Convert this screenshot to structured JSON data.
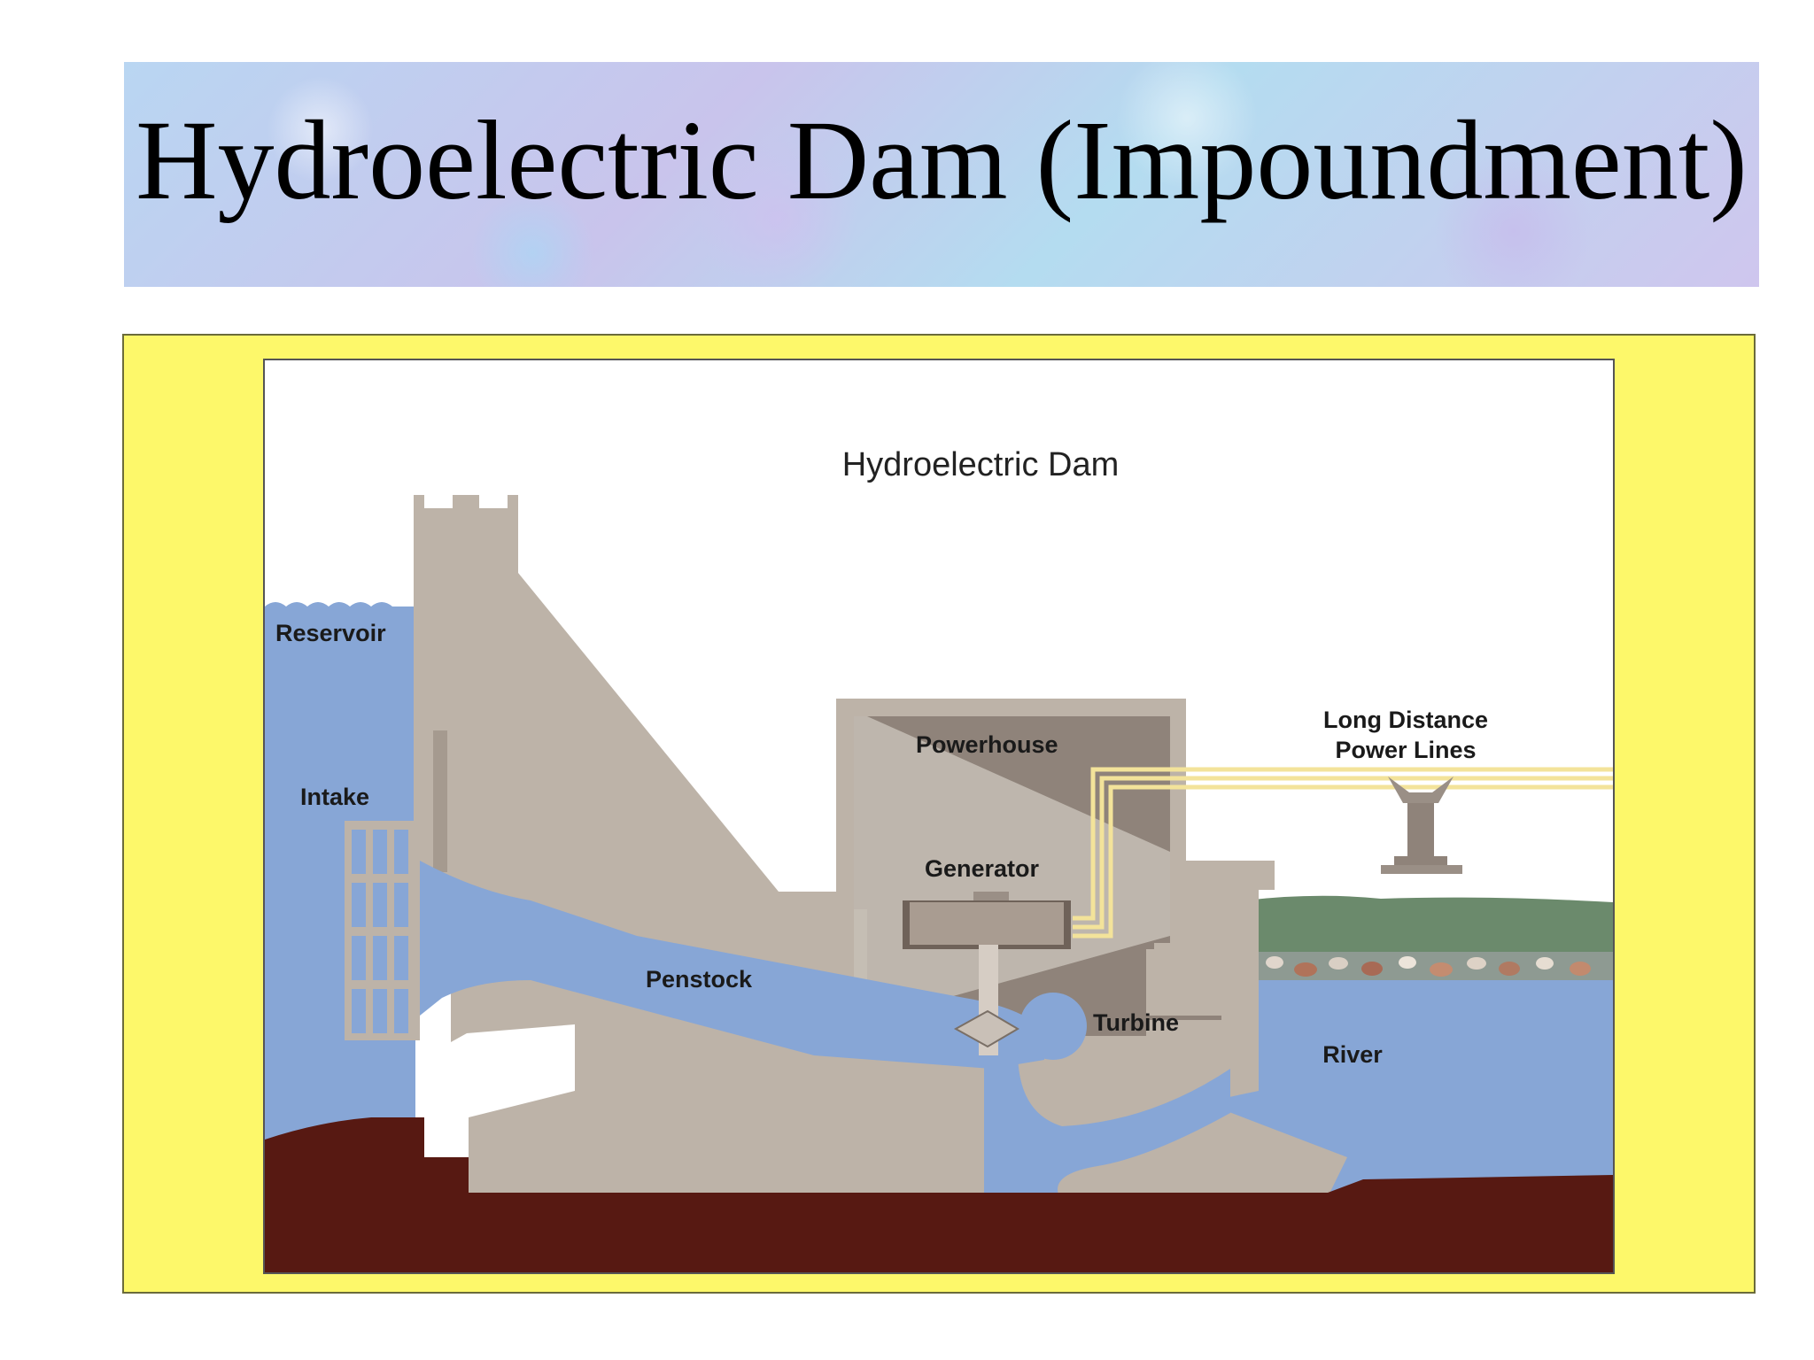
{
  "title": "Hydroelectric Dam (Impoundment)",
  "diagram": {
    "title": "Hydroelectric Dam",
    "labels": {
      "reservoir": "Reservoir",
      "intake": "Intake",
      "penstock": "Penstock",
      "powerhouse": "Powerhouse",
      "generator": "Generator",
      "turbine": "Turbine",
      "river": "River",
      "power_lines_line1": "Long Distance",
      "power_lines_line2": "Power Lines"
    }
  },
  "colors": {
    "frame": "#fdf86a",
    "water": "#87a6d6",
    "concrete": "#bdb3a8",
    "bedrock": "#571912",
    "grass": "#6b8a6c",
    "power_line": "#f3e39a"
  }
}
